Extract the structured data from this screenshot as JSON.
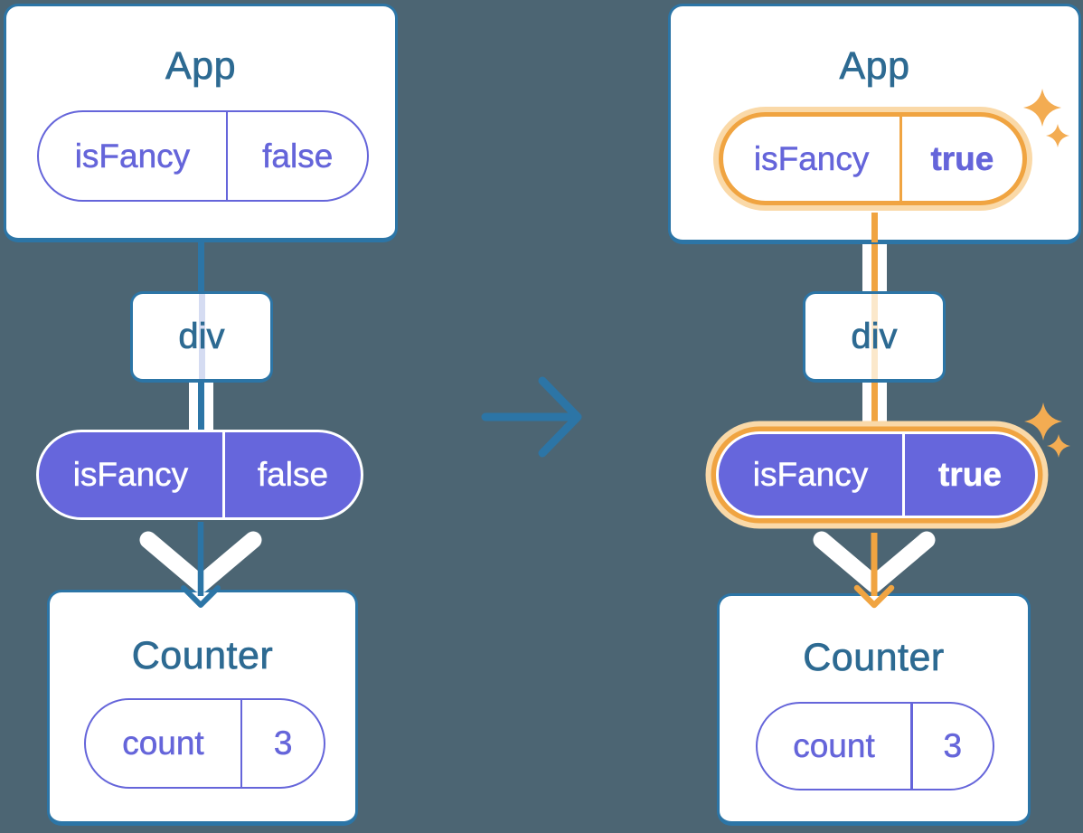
{
  "colors": {
    "background": "#4C6573",
    "card-bg": "#FFFFFF",
    "line-blue": "#2C75A6",
    "heading-blue": "#2D6A92",
    "purple": "#6565DA",
    "purple-fill": "#6666DC",
    "purple-faint-line": "#D5DCF2",
    "orange-strong": "#F0A441",
    "orange-faint": "#FAD9A8",
    "orange-pale-line": "#FBE8CB",
    "sparkle-orange": "#F3AC52",
    "arrow-white": "#FFFFFF"
  },
  "left_tree": {
    "app": {
      "title": "App",
      "state_pill": {
        "name": "isFancy",
        "value": "false"
      }
    },
    "div_node": {
      "label": "div"
    },
    "prop_pill": {
      "name": "isFancy",
      "value": "false"
    },
    "counter": {
      "title": "Counter",
      "state_pill": {
        "name": "count",
        "value": "3"
      }
    }
  },
  "right_tree": {
    "app": {
      "title": "App",
      "state_pill": {
        "name": "isFancy",
        "value": "true"
      }
    },
    "div_node": {
      "label": "div"
    },
    "prop_pill": {
      "name": "isFancy",
      "value": "true"
    },
    "counter": {
      "title": "Counter",
      "state_pill": {
        "name": "count",
        "value": "3"
      }
    }
  },
  "icons": {
    "transition_arrow": "→",
    "sparkle": "✦"
  }
}
